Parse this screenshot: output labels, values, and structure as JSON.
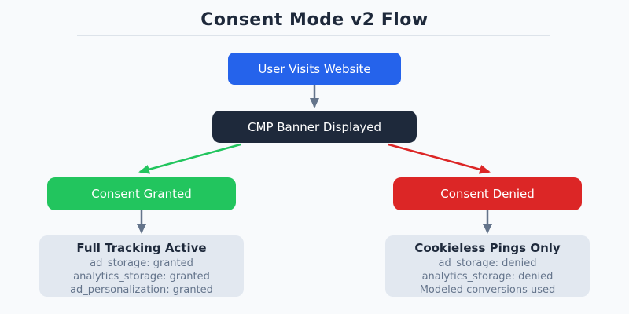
{
  "title": "Consent Mode v2 Flow",
  "nodes": {
    "visit": {
      "label": "User Visits Website",
      "color": "#2563eb"
    },
    "cmp": {
      "label": "CMP Banner Displayed",
      "color": "#1e293b"
    },
    "granted": {
      "label": "Consent Granted",
      "color": "#22c55e"
    },
    "denied": {
      "label": "Consent Denied",
      "color": "#dc2626"
    }
  },
  "panels": [
    {
      "title": "Full Tracking Active",
      "lines": [
        "ad_storage: granted",
        "analytics_storage: granted",
        "ad_personalization: granted"
      ]
    },
    {
      "title": "Cookieless Pings Only",
      "lines": [
        "ad_storage: denied",
        "analytics_storage: denied",
        "Modeled conversions used"
      ]
    }
  ],
  "colors": {
    "background": "#f8fafc",
    "node_visit": "#2563eb",
    "node_cmp": "#1e293b",
    "node_granted": "#22c55e",
    "node_denied": "#dc2626",
    "panel_bg": "#e2e8f0",
    "arrow_gray": "#64748b",
    "text_dark": "#1e293b",
    "text_muted": "#64748b",
    "divider": "#dde3ea"
  }
}
